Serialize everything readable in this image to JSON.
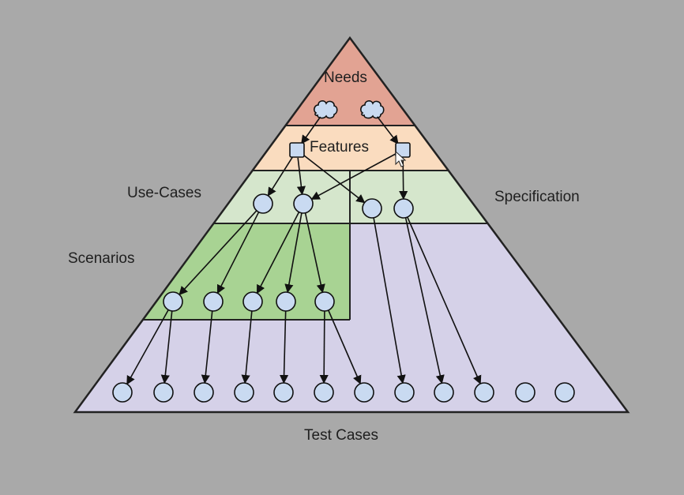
{
  "labels": {
    "needs": "Needs",
    "features": "Features",
    "use_cases": "Use-Cases",
    "scenarios": "Scenarios",
    "specification": "Specification",
    "test_cases": "Test Cases"
  },
  "colors": {
    "background": "#a9a9a9",
    "needs_band": "#e2a393",
    "features_band": "#fadcbf",
    "use_cases_band": "#d5e6cc",
    "scenarios_band": "#a8d393",
    "test_band": "#d5d1e8",
    "node_fill": "#c9daf1",
    "cloud_fill": "#c9daf1",
    "stroke": "#111111"
  },
  "icons": [
    "cloud-icon",
    "square-node-icon",
    "circle-node-icon",
    "mouse-cursor-icon"
  ]
}
